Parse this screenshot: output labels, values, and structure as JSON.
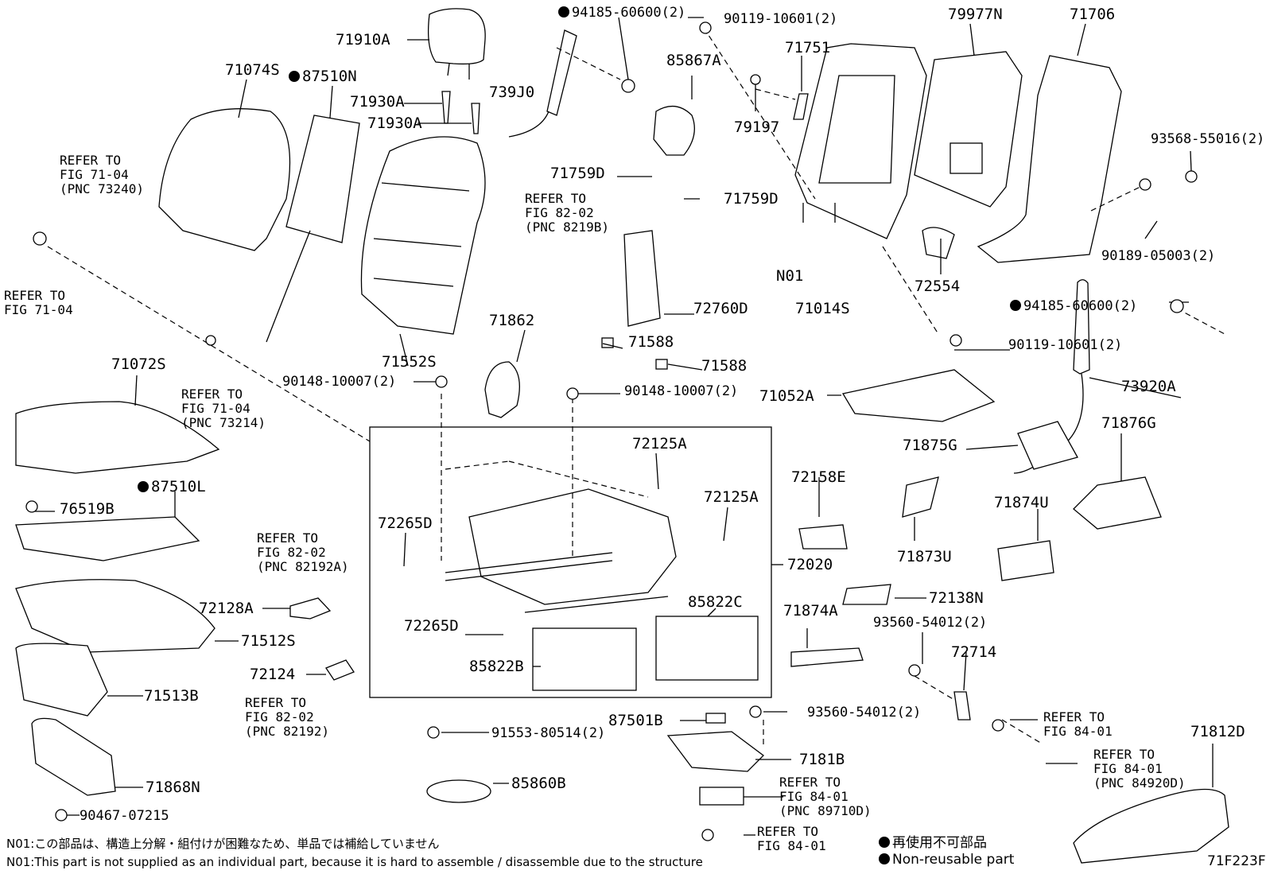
{
  "diagram_code": "71F223F",
  "notes": {
    "n01_jp": "N01:この部品は、構造上分解・組付けが困難なため、単品では補給していません",
    "n01_en": "N01:This part is not supplied as an individual part, because it is hard to assemble / disassemble due to the structure"
  },
  "legend": {
    "jp": "再使用不可部品",
    "en": "Non-reusable part"
  },
  "parts": {
    "p71910A": "71910A",
    "p71930A_1": "71930A",
    "p71930A_2": "71930A",
    "p71074S": "71074S",
    "p87510N": "87510N",
    "p94185_top": "94185-60600(2)",
    "p90119_top": "90119-10601(2)",
    "p739J0": "739J0",
    "p85867A": "85867A",
    "p71751": "71751",
    "p79977N": "79977N",
    "p71706": "71706",
    "p79197": "79197",
    "p93568": "93568-55016(2)",
    "p90189": "90189-05003(2)",
    "p71759D_1": "71759D",
    "p71759D_2": "71759D",
    "pN01": "N01",
    "p72760D": "72760D",
    "p71014S": "71014S",
    "p72554": "72554",
    "p94185_mid": "94185-60600(2)",
    "p90119_mid": "90119-10601(2)",
    "p73920A": "73920A",
    "p71552S": "71552S",
    "p71862": "71862",
    "p71588_1": "71588",
    "p71588_2": "71588",
    "p71072S": "71072S",
    "p90148_1": "90148-10007(2)",
    "p90148_2": "90148-10007(2)",
    "p71052A": "71052A",
    "p71876G": "71876G",
    "p71875G": "71875G",
    "p72125A_1": "72125A",
    "p72125A_2": "72125A",
    "p87510L": "87510L",
    "p76519B": "76519B",
    "p72158E": "72158E",
    "p71874U": "71874U",
    "p71873U": "71873U",
    "p72265D_1": "72265D",
    "p72265D_2": "72265D",
    "p72020": "72020",
    "p72138N": "72138N",
    "p72128A": "72128A",
    "p71512S": "71512S",
    "p85822C": "85822C",
    "p71874A": "71874A",
    "p93560_1": "93560-54012(2)",
    "p72714": "72714",
    "p72124": "72124",
    "p85822B": "85822B",
    "p71513B": "71513B",
    "p87501B": "87501B",
    "p93560_2": "93560-54012(2)",
    "p91553": "91553-80514(2)",
    "p7181B": "7181B",
    "p71868N": "71868N",
    "p85860B": "85860B",
    "p71812D": "71812D",
    "p90467": "90467-07215"
  },
  "refs": {
    "r1": "REFER TO\nFIG 71-04\n(PNC 73240)",
    "r2": "REFER TO\nFIG 71-04",
    "r3": "REFER TO\nFIG 71-04\n(PNC 73214)",
    "r4": "REFER TO\nFIG 82-02\n(PNC 8219B)",
    "r5": "REFER TO\nFIG 82-02\n(PNC 82192A)",
    "r6": "REFER TO\nFIG 82-02\n(PNC 82192)",
    "r7": "REFER TO\nFIG 84-01\n(PNC 89710D)",
    "r8": "REFER TO\nFIG 84-01",
    "r9": "REFER TO\nFIG 84-01",
    "r10": "REFER TO\nFIG 84-01\n(PNC 84920D)"
  }
}
